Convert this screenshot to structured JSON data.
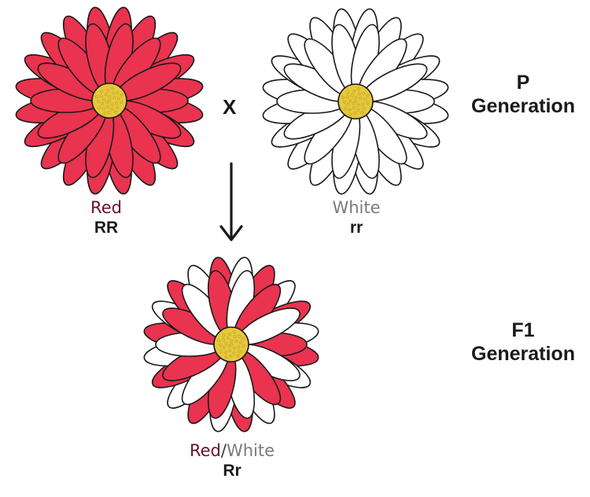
{
  "colors": {
    "red_petal": "#e9334f",
    "white_petal": "#ffffff",
    "outline": "#1a1a1a",
    "center": "#e6c83c",
    "red_label": "#6b1030",
    "white_label": "#7a7a7a"
  },
  "parents": {
    "red": {
      "color_word": "Red",
      "genotype": "RR"
    },
    "white": {
      "color_word": "White",
      "genotype": "rr"
    },
    "cross_symbol": "X"
  },
  "offspring": {
    "color_word_red": "Red",
    "separator": "/",
    "color_word_white": "White",
    "genotype": "Rr"
  },
  "generations": {
    "p": {
      "line1": "P",
      "line2": "Generation"
    },
    "f1": {
      "line1": "F1",
      "line2": "Generation"
    }
  },
  "icons": [
    "red-flower-icon",
    "white-flower-icon",
    "pink-striped-flower-icon",
    "down-arrow-icon"
  ]
}
